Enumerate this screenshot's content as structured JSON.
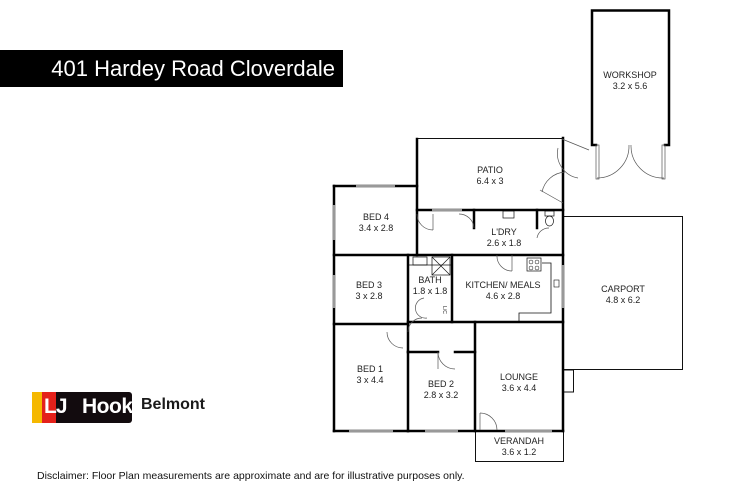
{
  "header": {
    "address": "401 Hardey Road Cloverdale"
  },
  "branding": {
    "logo_text_lj": "LJ",
    "logo_text_hooker": "Hooker",
    "logo_name": "LJ Hooker",
    "office": "Belmont",
    "colors": {
      "yellow": "#f5b800",
      "red": "#e4211b",
      "dark": "#120b0e"
    }
  },
  "rooms": [
    {
      "id": "workshop",
      "name": "WORKSHOP",
      "size": "3.2 x 5.6"
    },
    {
      "id": "patio",
      "name": "PATIO",
      "size": "6.4 x 3"
    },
    {
      "id": "bed4",
      "name": "BED 4",
      "size": "3.4 x 2.8"
    },
    {
      "id": "ldry",
      "name": "L'DRY",
      "size": "2.6 x 1.8"
    },
    {
      "id": "carport",
      "name": "CARPORT",
      "size": "4.8 x 6.2"
    },
    {
      "id": "bed3",
      "name": "BED 3",
      "size": "3 x 2.8"
    },
    {
      "id": "bath",
      "name": "BATH",
      "size": "1.8 x 1.8"
    },
    {
      "id": "kitchen",
      "name": "KITCHEN/ MEALS",
      "size": "4.6 x 2.8"
    },
    {
      "id": "bed1",
      "name": "BED 1",
      "size": "3 x 4.4"
    },
    {
      "id": "bed2",
      "name": "BED 2",
      "size": "2.8 x 3.2"
    },
    {
      "id": "lounge",
      "name": "LOUNGE",
      "size": "3.6 x 4.4"
    },
    {
      "id": "verandah",
      "name": "VERANDAH",
      "size": "3.6 x 1.2"
    }
  ],
  "fixtures": {
    "linen_label": "L/C"
  },
  "footer": {
    "disclaimer": "Disclaimer: Floor Plan measurements are approximate and are for illustrative purposes only."
  }
}
